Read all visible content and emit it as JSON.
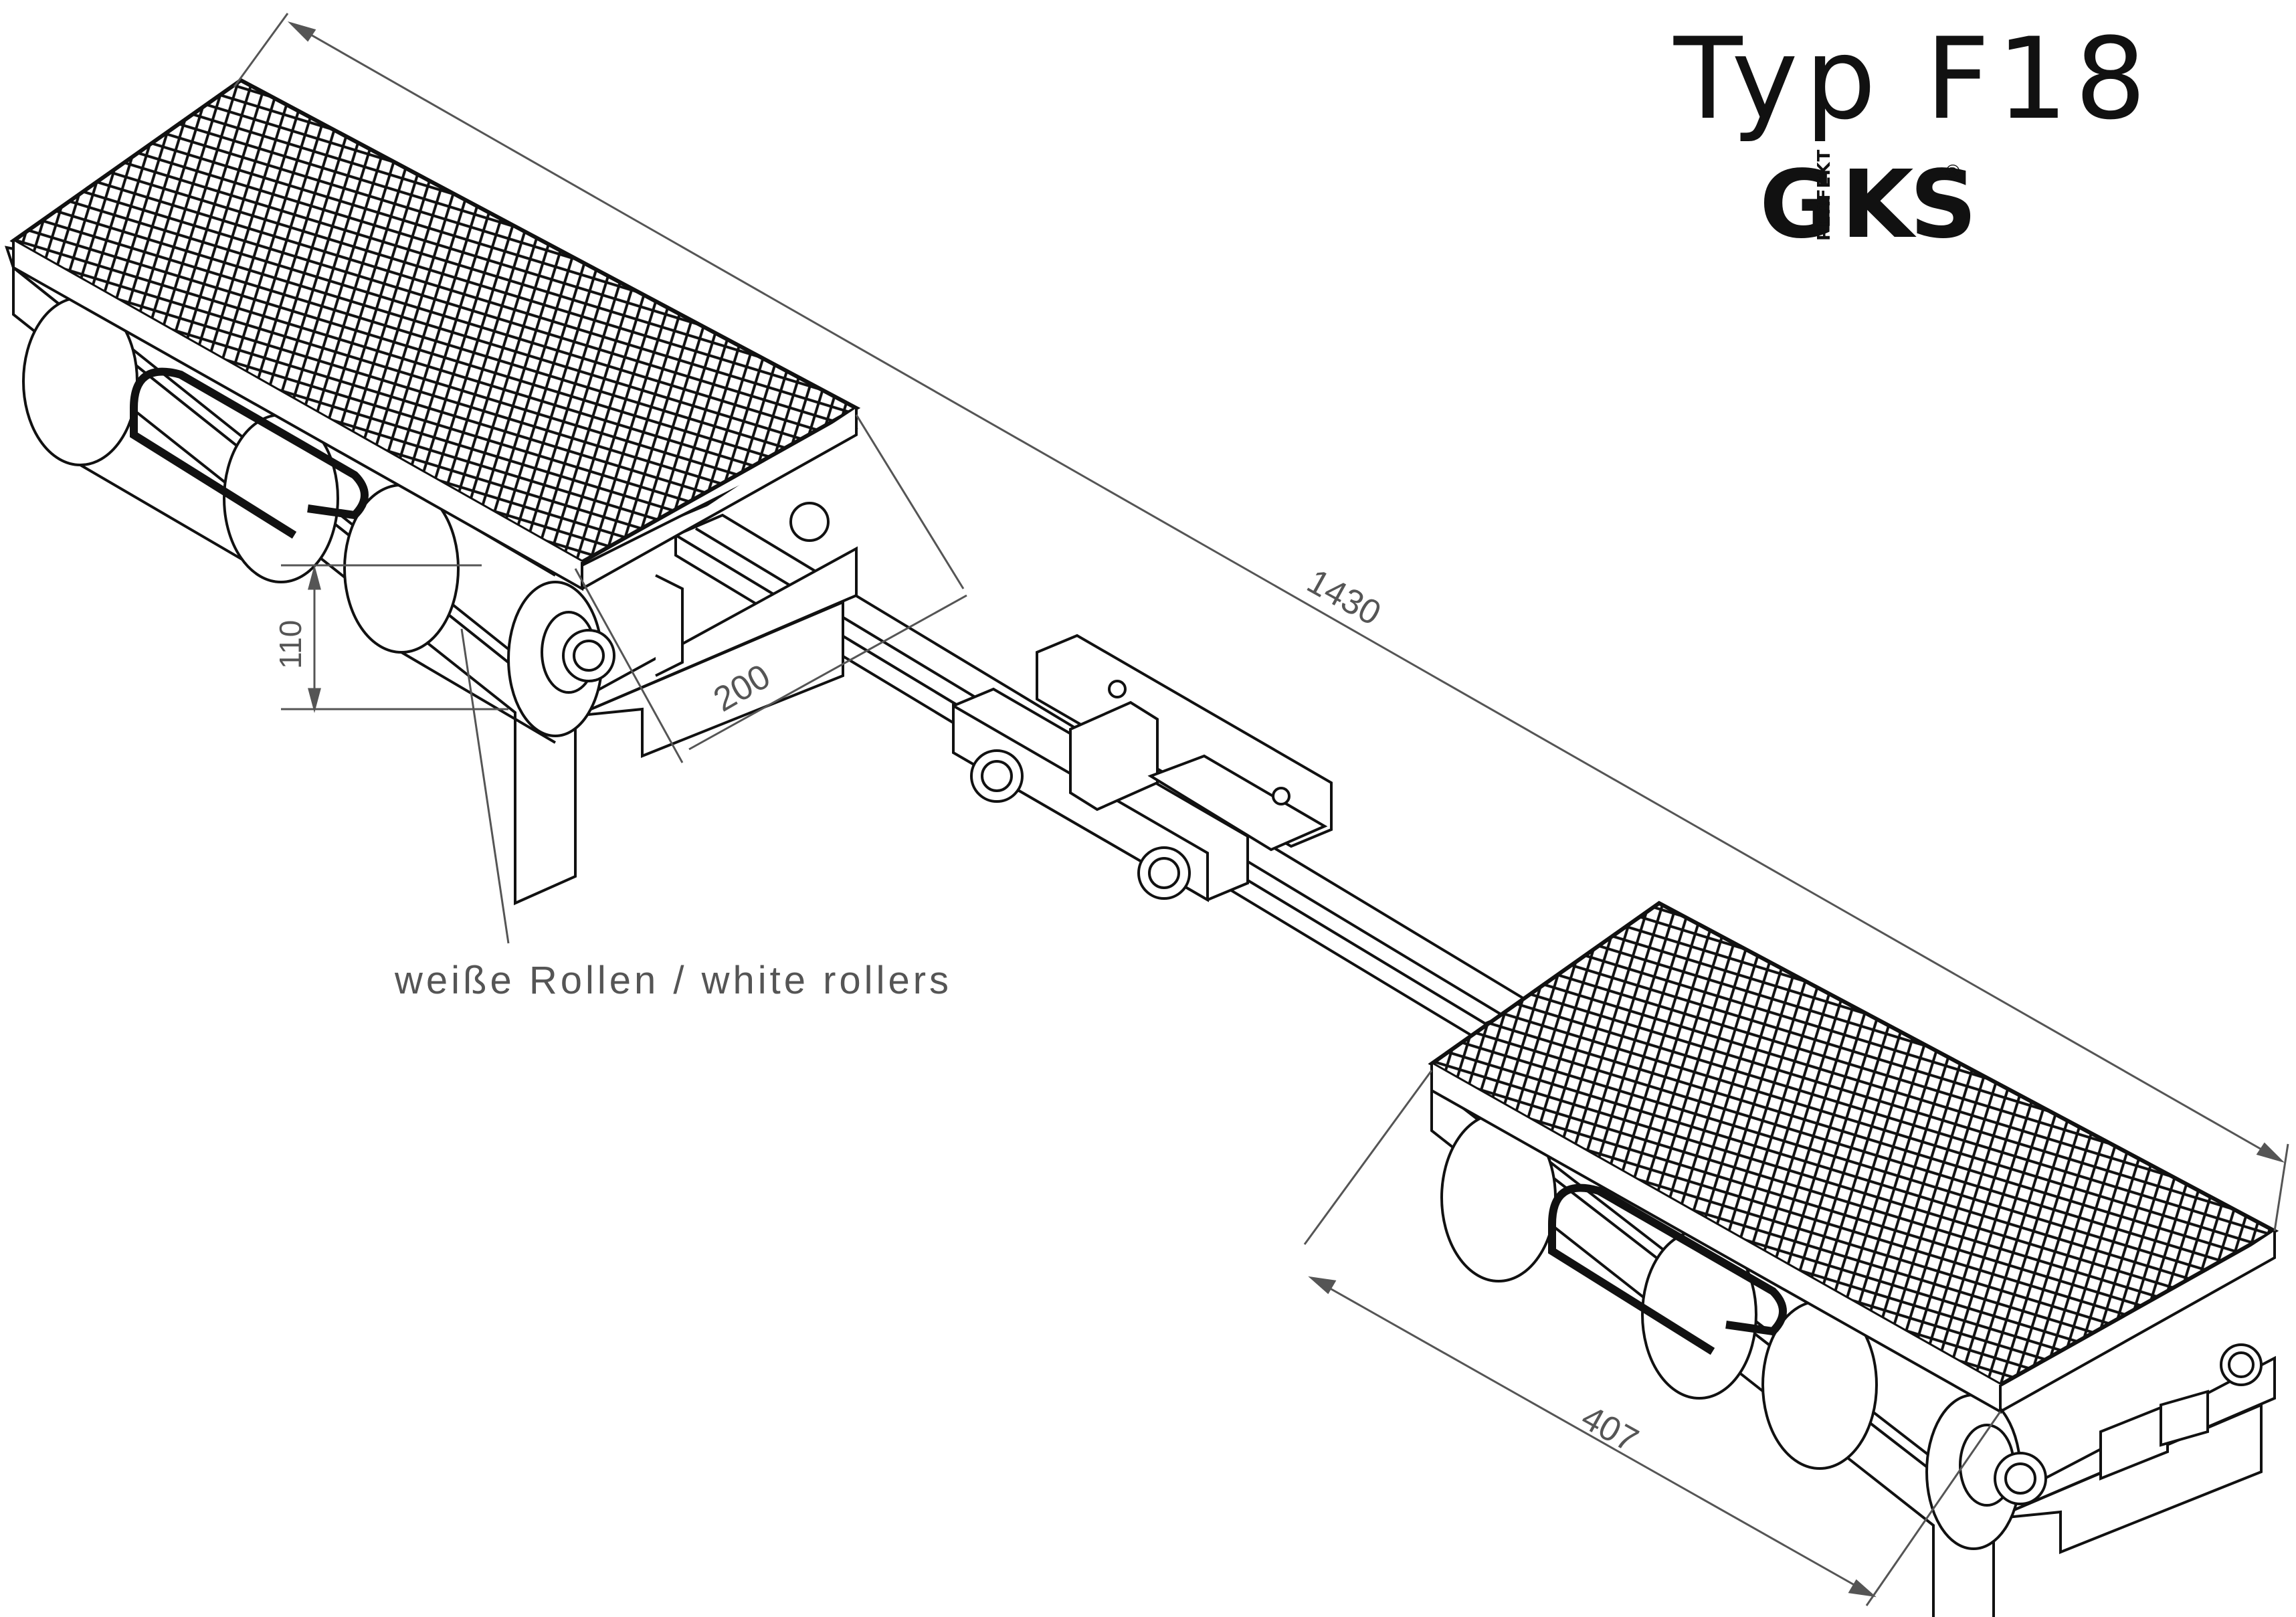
{
  "title": "Typ F18",
  "logo": {
    "main_left": "G",
    "main_right": "KS",
    "vertical_text": "PERFEKT",
    "registered_mark": "®"
  },
  "dimensions": {
    "overall_length": "1430",
    "plate_width": "407",
    "spacing": "200",
    "height": "110"
  },
  "annotation": "weiße Rollen / white rollers",
  "colors": {
    "line": "#111111",
    "dimension": "#555555",
    "background": "#ffffff"
  }
}
